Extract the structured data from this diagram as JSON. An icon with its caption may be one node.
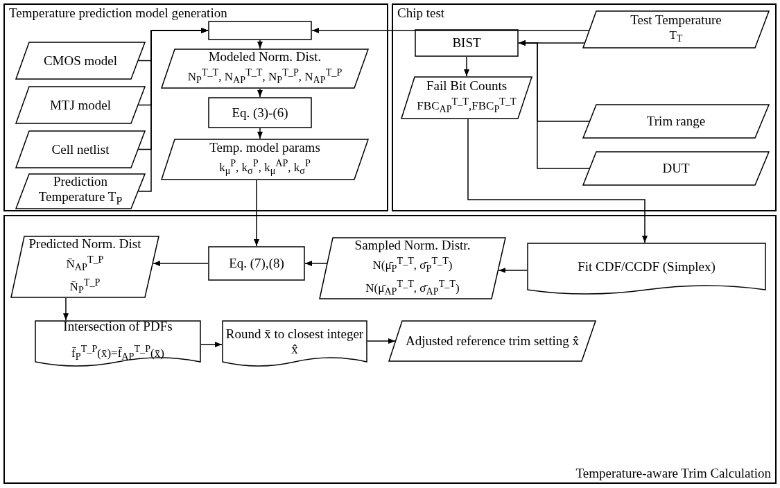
{
  "diagram": {
    "nodes": [
      {
        "text": [
          "Temperature prediction model generation"
        ]
      },
      {
        "text": [],
        "shape": "box",
        "in": 0
      },
      {
        "text": [
          "CMOS model"
        ],
        "in": 0
      },
      {
        "text": [
          "MTJ model"
        ],
        "in": 0
      },
      {
        "text": [
          "Cell netlist"
        ],
        "in": 0
      },
      {
        "text": [
          "Prediction Temperature T$_{P}$"
        ],
        "in": 0
      },
      {
        "text": [
          "Modeled Norm. Dist.",
          "N$_{P}$$^{T_T}$, N$_{AP}$$^{T_T}$, N$_{P}$$^{T_P}$, N$_{AP}$$^{T_P}$"
        ],
        "in": 0
      },
      {
        "text": [
          "Eq. (3)-(6)"
        ],
        "in": 0
      },
      {
        "text": [
          "Temp. model params",
          "k$_{μ}$$^{P}$, k$_{σ}$$^{P}$, k$_{μ}$$^{AP}$, k$_{σ}$$^{P}$"
        ],
        "in": 0
      },
      {
        "text": [
          "Chip test"
        ]
      },
      {
        "text": [
          "Test Temperature",
          "T$_{T}$"
        ],
        "in": 9
      },
      {
        "text": [
          "BIST"
        ],
        "in": 9
      },
      {
        "text": [
          "Fail Bit Counts",
          "FBC$_{AP}$$^{T_T}$,FBC$_{P}$$^{T_T}$"
        ],
        "in": 9
      },
      {
        "text": [
          "Trim range"
        ],
        "in": 9
      },
      {
        "text": [
          "DUT"
        ],
        "in": 9
      },
      {
        "text": [
          "Temperature-aware Trim Calculation"
        ]
      },
      {
        "text": [
          "Predicted Norm. Dist",
          "N̄$_{AP}$$^{T_P}$",
          "N̄$_{P}$$^{T_P}$"
        ],
        "in": 15
      },
      {
        "text": [
          "Eq. (7),(8)"
        ],
        "in": 15
      },
      {
        "text": [
          "Sampled Norm. Distr.",
          "N(μ̄$_{P}$$^{T_T}$, σ̄$_{P}$$^{T_T}$)",
          "N(μ̄$_{AP}$$^{T_T}$, σ̄$_{AP}$$^{T_T}$)"
        ],
        "in": 15
      },
      {
        "text": [
          "Fit CDF/CCDF (Simplex)"
        ],
        "in": 15
      },
      {
        "text": [
          "Intersection of PDFs",
          "f̄$_{P}$$^{T_P}$(x̄)=f̄$_{AP}$$^{T_P}$(x̄)"
        ],
        "in": 15
      },
      {
        "text": [
          "Round x̄ to closest integer x̂"
        ],
        "in": 15
      },
      {
        "text": [
          "Adjusted reference trim setting x̂"
        ],
        "in": 15
      }
    ],
    "edges": [
      {
        "from": 2,
        "to": 1,
        "arrow": "to"
      },
      {
        "from": 3,
        "to": 1,
        "arrow": "to"
      },
      {
        "from": 4,
        "to": 1,
        "arrow": "to"
      },
      {
        "from": 5,
        "to": 1,
        "arrow": "to"
      },
      {
        "from": 10,
        "to": 1,
        "arrow": "to"
      },
      {
        "from": 1,
        "to": 6,
        "arrow": "to"
      },
      {
        "from": 6,
        "to": 7,
        "arrow": "to"
      },
      {
        "from": 7,
        "to": 8,
        "arrow": "to"
      },
      {
        "from": 8,
        "to": 17,
        "arrow": "to"
      },
      {
        "from": 10,
        "to": 11,
        "arrow": "to"
      },
      {
        "from": 13,
        "to": 11,
        "arrow": "to"
      },
      {
        "from": 14,
        "to": 11,
        "arrow": "to"
      },
      {
        "from": 11,
        "to": 12,
        "arrow": "to"
      },
      {
        "from": 12,
        "to": 19,
        "arrow": "to"
      },
      {
        "from": 19,
        "to": 18,
        "arrow": "to"
      },
      {
        "from": 18,
        "to": 17,
        "arrow": "to"
      },
      {
        "from": 17,
        "to": 16,
        "arrow": "to"
      },
      {
        "from": 16,
        "to": 20,
        "arrow": "to"
      },
      {
        "from": 20,
        "to": 21,
        "arrow": "to"
      },
      {
        "from": 21,
        "to": 22,
        "arrow": "to"
      }
    ]
  }
}
